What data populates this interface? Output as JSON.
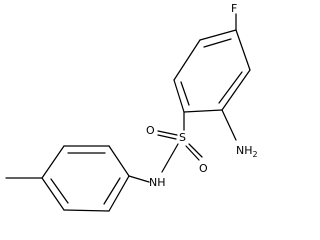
{
  "molecule": {
    "labels": {
      "fluorine": "F",
      "amine": "NH",
      "amine_subscript": "2",
      "sulfur": "S",
      "oxygen_upper": "O",
      "oxygen_lower": "O",
      "sulfonamide_nh": "NH"
    },
    "colors": {
      "bond": "#000000",
      "text": "#000000",
      "background": "#ffffff"
    }
  }
}
